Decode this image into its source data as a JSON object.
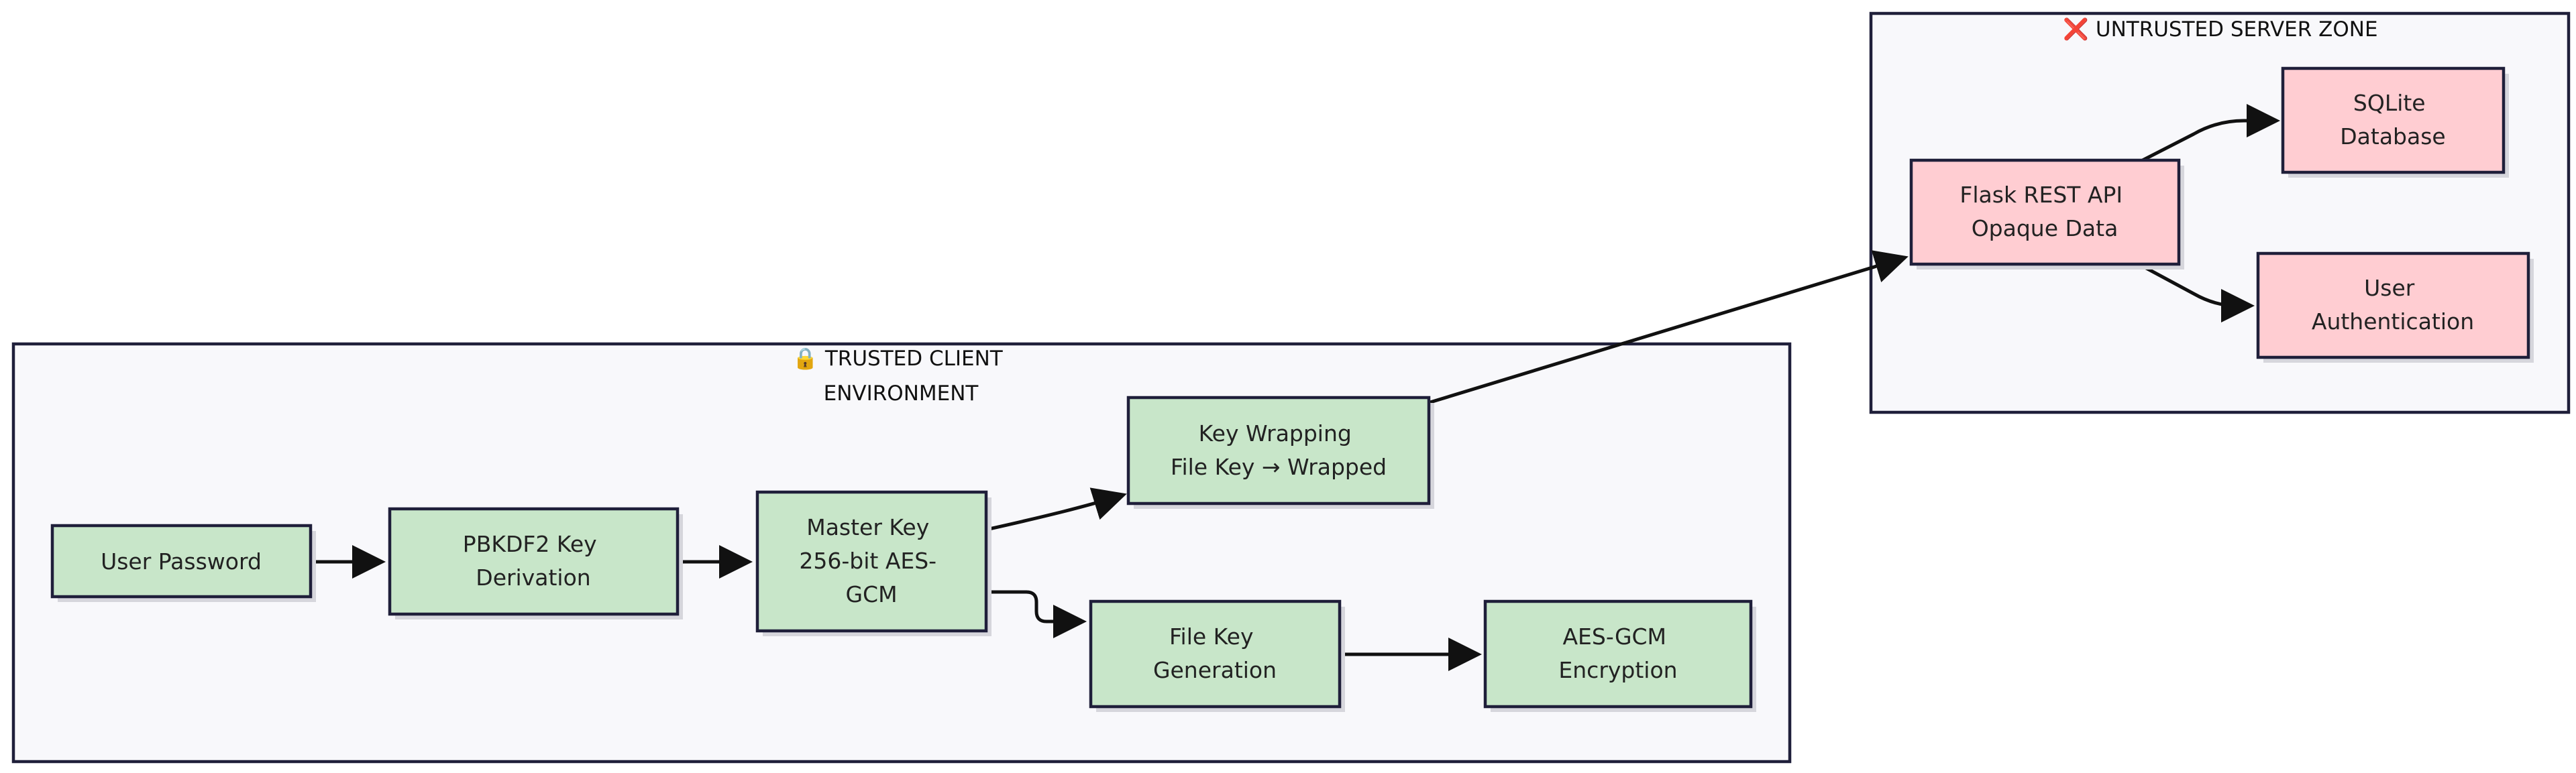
{
  "zones": {
    "client": {
      "icon": "lock-icon",
      "title_lines": [
        "🔒 TRUSTED CLIENT",
        "ENVIRONMENT"
      ]
    },
    "server": {
      "icon": "red-cross-icon",
      "title_lines": [
        "❌ UNTRUSTED SERVER ZONE"
      ]
    }
  },
  "nodes": {
    "user_password": {
      "lines": [
        "User Password"
      ]
    },
    "pbkdf2": {
      "lines": [
        "PBKDF2 Key",
        "Derivation"
      ]
    },
    "master_key": {
      "lines": [
        "Master Key",
        "256-bit AES-",
        "GCM"
      ]
    },
    "key_wrapping": {
      "lines": [
        "Key Wrapping",
        "File Key → Wrapped"
      ]
    },
    "file_key_gen": {
      "lines": [
        "File Key",
        "Generation"
      ]
    },
    "aes_gcm": {
      "lines": [
        "AES-GCM",
        "Encryption"
      ]
    },
    "flask_api": {
      "lines": [
        "Flask REST API",
        "Opaque Data"
      ]
    },
    "sqlite_db": {
      "lines": [
        "SQLite",
        "Database"
      ]
    },
    "user_auth": {
      "lines": [
        "User",
        "Authentication"
      ]
    }
  },
  "edges": [
    {
      "from": "user_password",
      "to": "pbkdf2"
    },
    {
      "from": "pbkdf2",
      "to": "master_key"
    },
    {
      "from": "master_key",
      "to": "key_wrapping"
    },
    {
      "from": "master_key",
      "to": "file_key_gen"
    },
    {
      "from": "file_key_gen",
      "to": "aes_gcm"
    },
    {
      "from": "key_wrapping",
      "to": "flask_api"
    },
    {
      "from": "flask_api",
      "to": "sqlite_db"
    },
    {
      "from": "flask_api",
      "to": "user_auth"
    }
  ],
  "colors": {
    "client_node_fill": "#c8e6c9",
    "server_node_fill": "#ffcdd2",
    "zone_fill": "#f8f8fb",
    "border": "#1f1f3a"
  }
}
